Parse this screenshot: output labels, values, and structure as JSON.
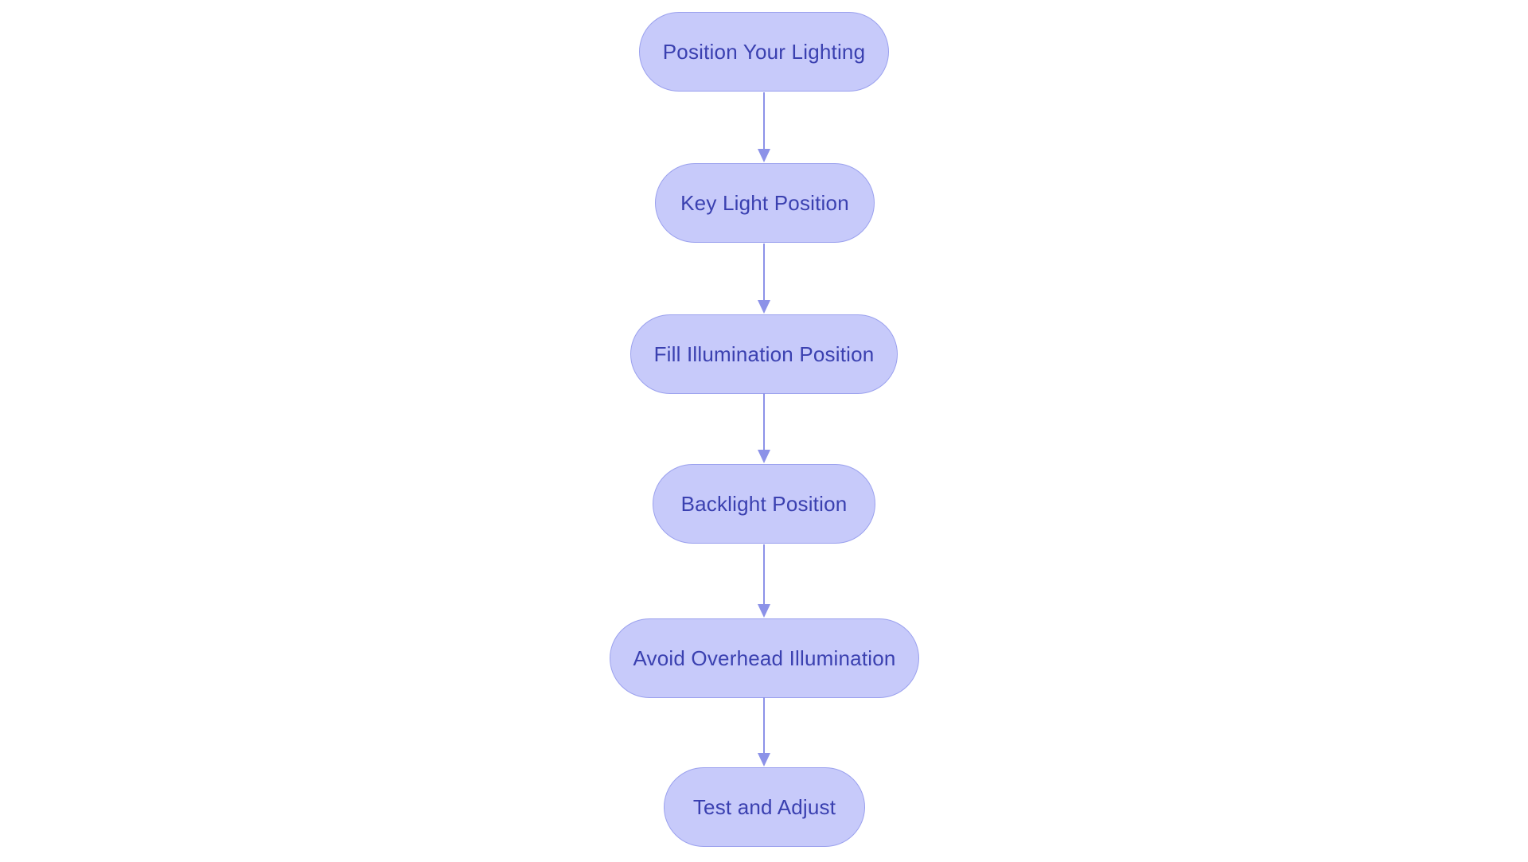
{
  "diagram": {
    "type": "flowchart",
    "direction": "top-down",
    "colors": {
      "background": "#ffffff",
      "node_fill": "#c7cafa",
      "node_border": "#9ba1ee",
      "text": "#3a40b0",
      "arrow": "#8c92e8"
    },
    "nodes": [
      {
        "id": "n1",
        "label": "Position Your Lighting"
      },
      {
        "id": "n2",
        "label": "Key Light Position"
      },
      {
        "id": "n3",
        "label": "Fill Illumination Position"
      },
      {
        "id": "n4",
        "label": "Backlight Position"
      },
      {
        "id": "n5",
        "label": "Avoid Overhead Illumination"
      },
      {
        "id": "n6",
        "label": "Test and Adjust"
      }
    ],
    "connections": [
      {
        "from": "n1",
        "to": "n2"
      },
      {
        "from": "n2",
        "to": "n3"
      },
      {
        "from": "n3",
        "to": "n4"
      },
      {
        "from": "n4",
        "to": "n5"
      },
      {
        "from": "n5",
        "to": "n6"
      }
    ]
  }
}
